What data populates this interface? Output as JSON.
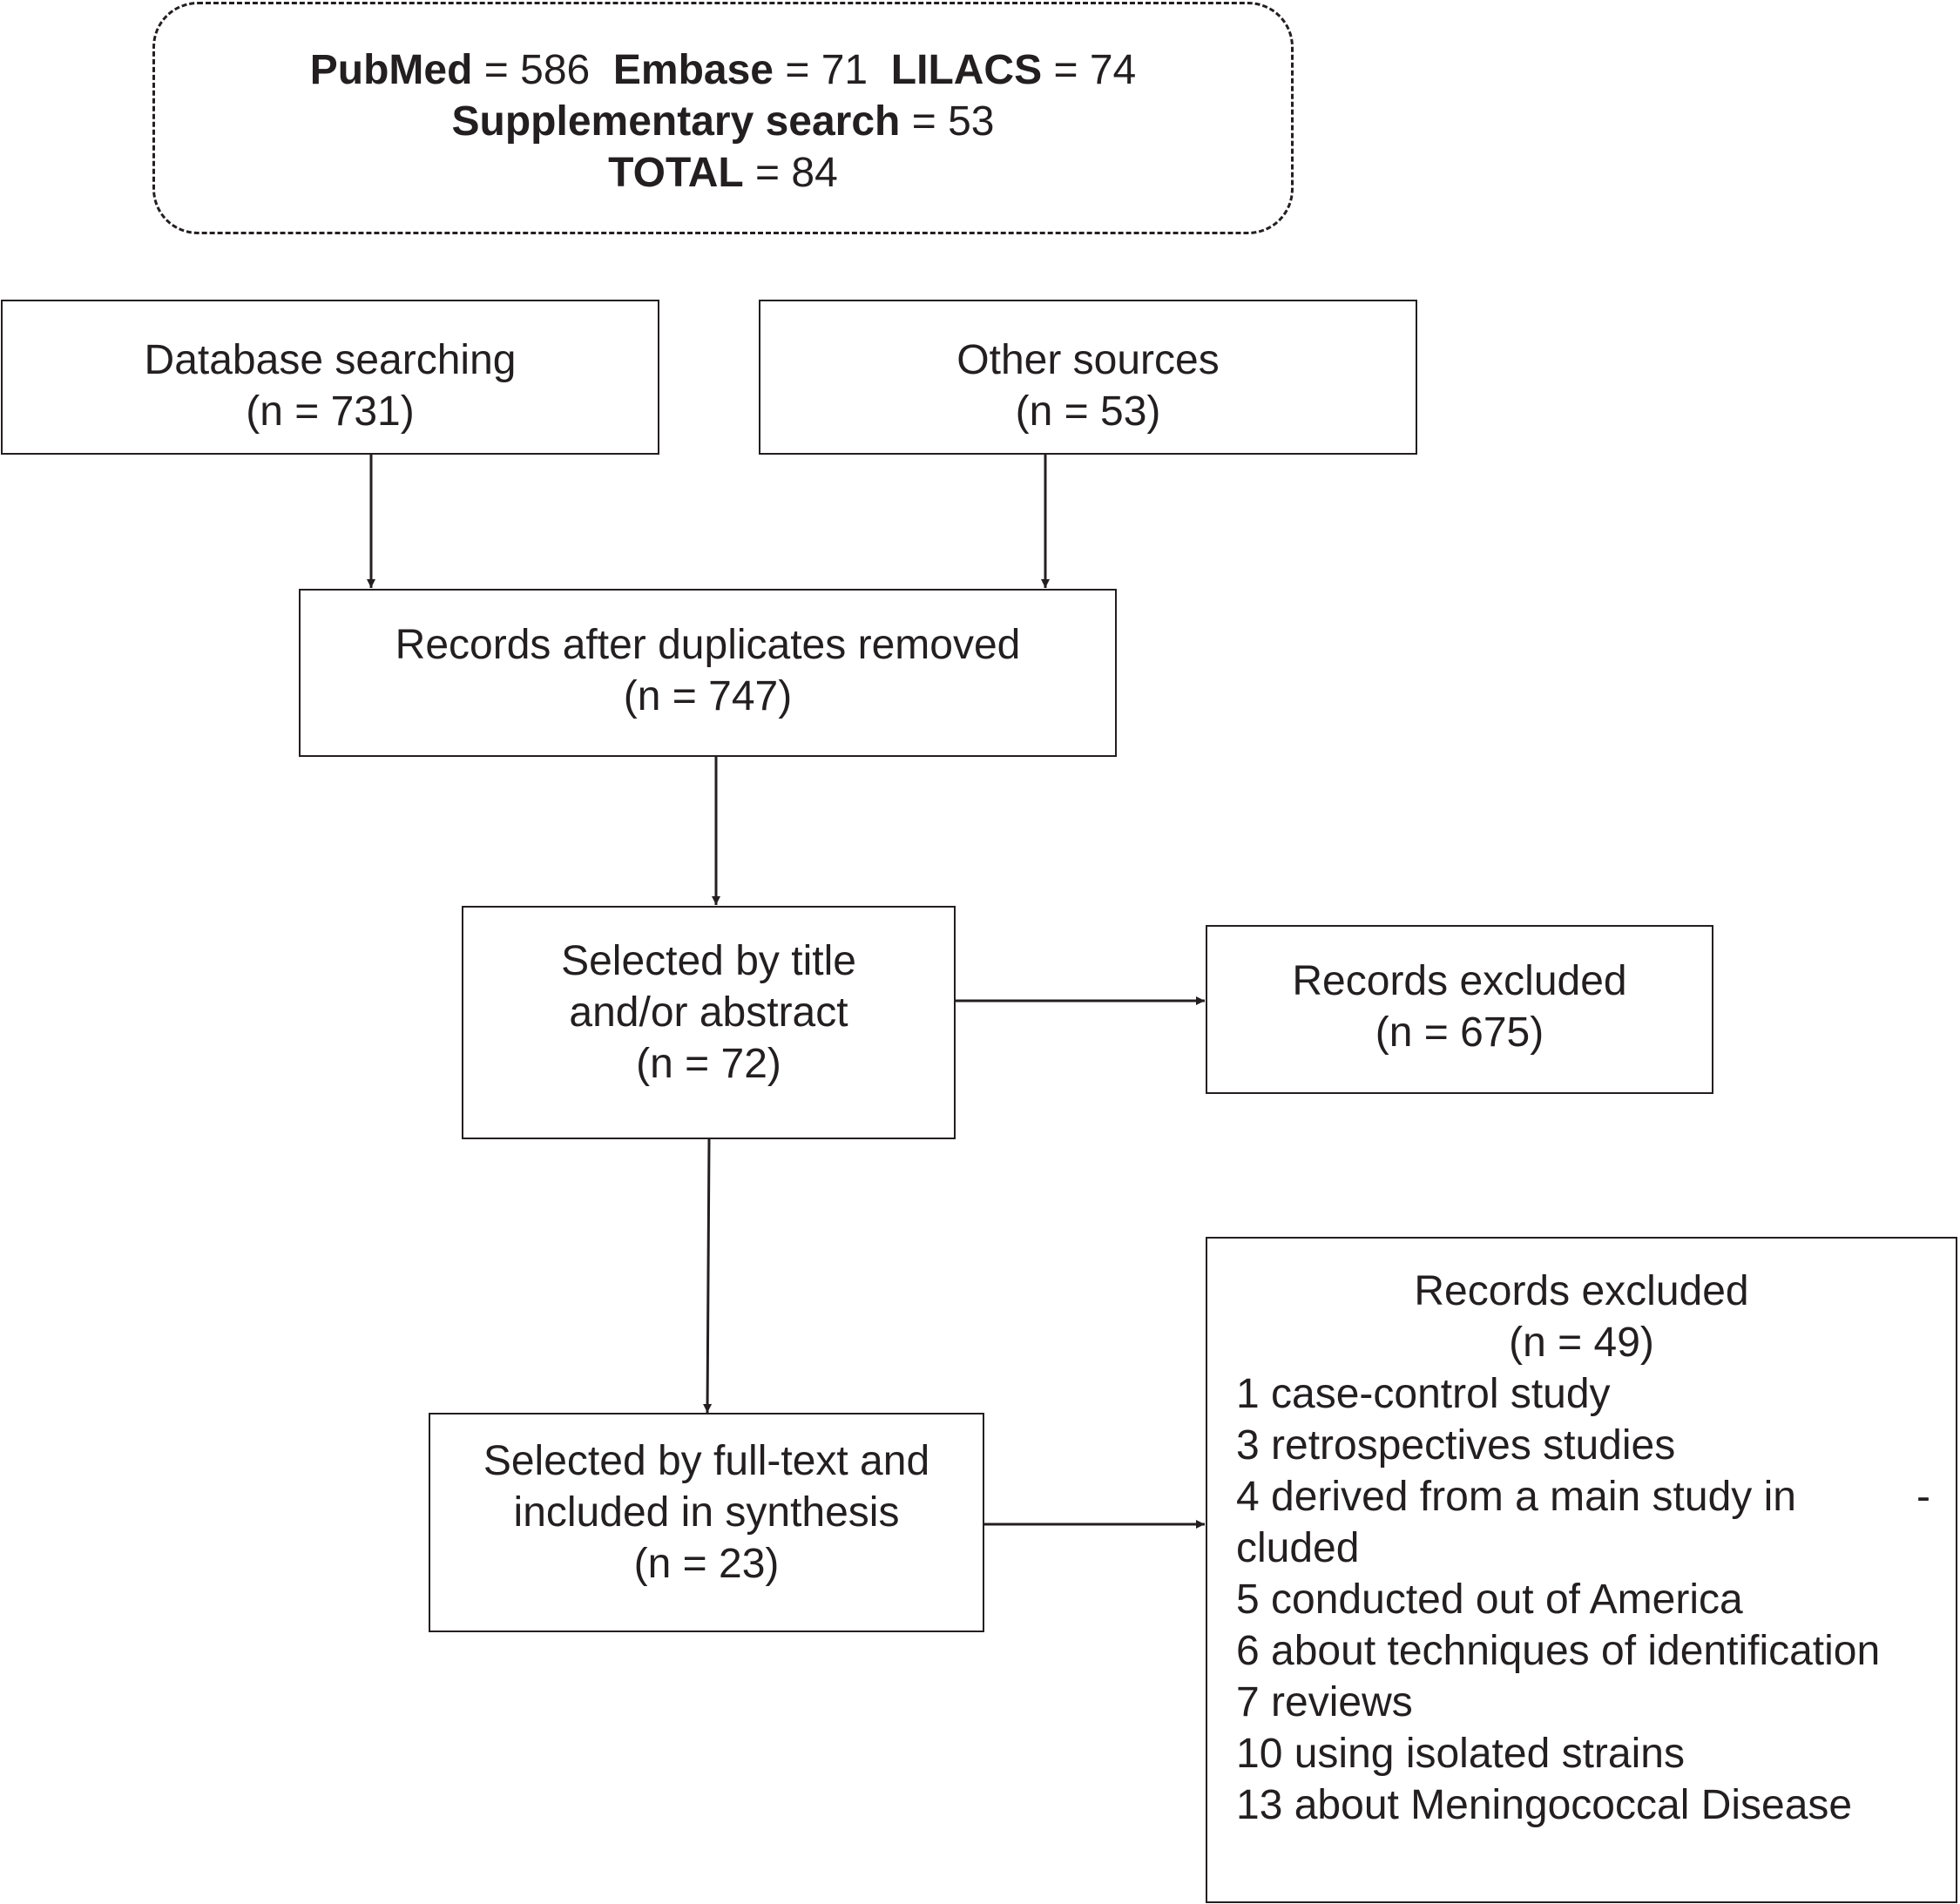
{
  "search_summary": {
    "pubmed_label": "PubMed",
    "pubmed_value": "= 586",
    "embase_label": "Embase",
    "embase_value": "= 71",
    "lilacs_label": "LILACS",
    "lilacs_value": "= 74",
    "supplementary_label": "Supplementary search",
    "supplementary_value": "= 53",
    "total_label": "TOTAL",
    "total_value": "= 84"
  },
  "database_searching": {
    "title": "Database searching",
    "count": "(n = 731)"
  },
  "other_sources": {
    "title": "Other sources",
    "count": "(n = 53)"
  },
  "duplicates_removed": {
    "title": "Records after duplicates removed",
    "count": "(n = 747)"
  },
  "selected_title_abstract": {
    "line1": "Selected by title",
    "line2": "and/or abstract",
    "count": "(n = 72)"
  },
  "excluded_first": {
    "title": "Records excluded",
    "count": "(n = 675)"
  },
  "selected_full_text": {
    "line1": "Selected by full-text and",
    "line2": "included in synthesis",
    "count": "(n = 23)"
  },
  "excluded_second": {
    "title": "Records excluded",
    "count": "(n = 49)",
    "reasons": [
      "1 case-control study",
      "3 retrospectives studies",
      "4 derived from a main study in",
      "cluded",
      "5 conducted out of America",
      "6 about techniques of identification",
      "7 reviews",
      "10 using isolated strains",
      "13 about Meningococcal Disease"
    ],
    "hyphen": "-"
  },
  "colors": {
    "line": "#231f20",
    "background": "#ffffff"
  }
}
